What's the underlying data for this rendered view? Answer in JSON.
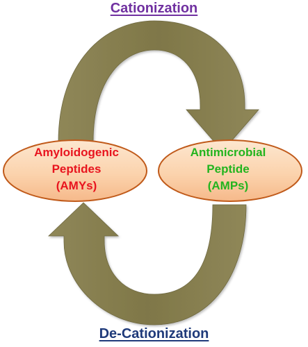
{
  "diagram": {
    "top_label": {
      "text": "Cationization",
      "color": "#7030a0"
    },
    "bottom_label": {
      "text": "De-Cationization",
      "color": "#1f3a7a"
    },
    "nodes": [
      {
        "id": "amy",
        "lines": [
          "Amyloidogenic",
          "Peptides",
          "(AMYs)"
        ],
        "text_color": "#e8141e"
      },
      {
        "id": "amp",
        "lines": [
          "Antimicrobial",
          "Peptide",
          "(AMPs)"
        ],
        "text_color": "#22b41e"
      }
    ],
    "ellipse_fill": "#fbd3ad",
    "ellipse_stroke": "#c05a1a",
    "arrow_color": "#8b8355"
  }
}
